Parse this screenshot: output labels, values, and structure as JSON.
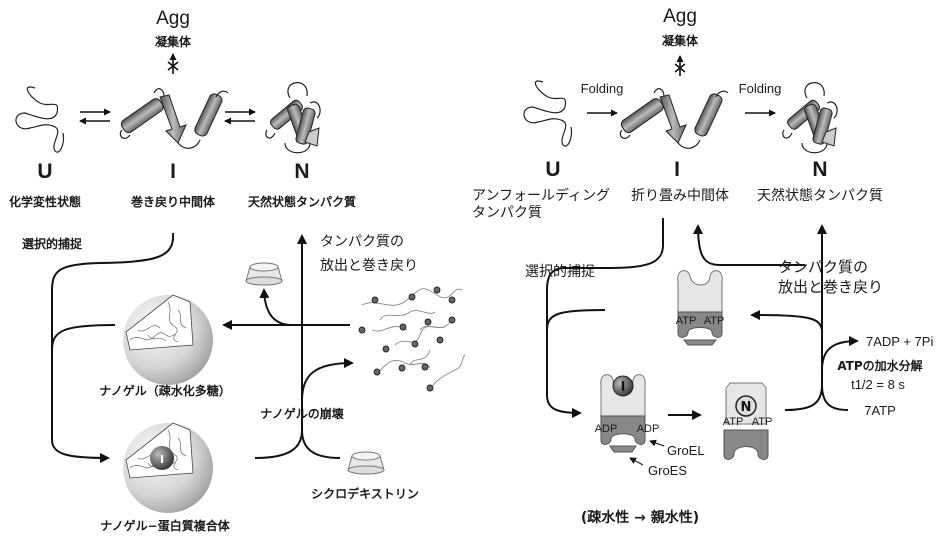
{
  "left_panel": {
    "agg": "Agg",
    "agg_jp": "凝集体",
    "state_u": "U",
    "state_i": "I",
    "state_n": "N",
    "label_u": "化学変性状態",
    "label_i": "巻き戻り中間体",
    "label_n": "天然状態タンパク質",
    "capture": "選択的捕捉",
    "release_line1": "タンパク質の",
    "release_line2": "放出と巻き戻り",
    "nanogel": "ナノゲル（疎水化多糖）",
    "collapse": "ナノゲルの崩壊",
    "complex": "ナノゲル−蛋白質複合体",
    "cyclodextrin": "シクロデキストリン",
    "inner_i": "I"
  },
  "right_panel": {
    "agg": "Agg",
    "agg_jp": "凝集体",
    "folding1": "Folding",
    "folding2": "Folding",
    "state_u": "U",
    "state_i": "I",
    "state_n": "N",
    "label_u_line1": "アンフォールディング",
    "label_u_line2": "タンパク質",
    "label_i": "折り畳み中間体",
    "label_n": "天然状態タンパク質",
    "capture": "選択的捕捉",
    "release_line1": "タンパク質の",
    "release_line2": "放出と巻き戻り",
    "atp": "ATP",
    "adp": "ADP",
    "adp_pi": "7ADP + 7Pi",
    "hydrolysis": "ATPの加水分解",
    "half_life": "t1/2 =  8  s",
    "atp7": "7ATP",
    "groel": "GroEL",
    "groes": "GroES",
    "inner_i": "I",
    "inner_n": "N",
    "footer": "(疎水性 → 親水性)"
  }
}
